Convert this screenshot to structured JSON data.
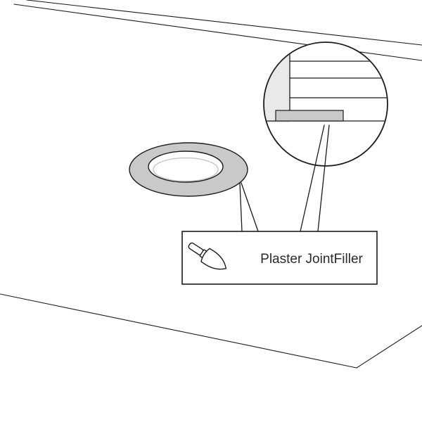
{
  "diagram": {
    "label": {
      "text": "Plaster JointFiller",
      "icon": "trowel-icon"
    },
    "colors": {
      "stroke": "#1c1c1c",
      "ring_fill": "#c8c9ca",
      "ring_hole_fill": "#ffffff",
      "filler_fill": "#c8c9ca",
      "wall_fill": "#e9e9e9",
      "background": "#ffffff"
    },
    "callouts": [
      {
        "target": "downlight-trim-ring"
      },
      {
        "target": "joint-detail-magnifier"
      }
    ]
  }
}
